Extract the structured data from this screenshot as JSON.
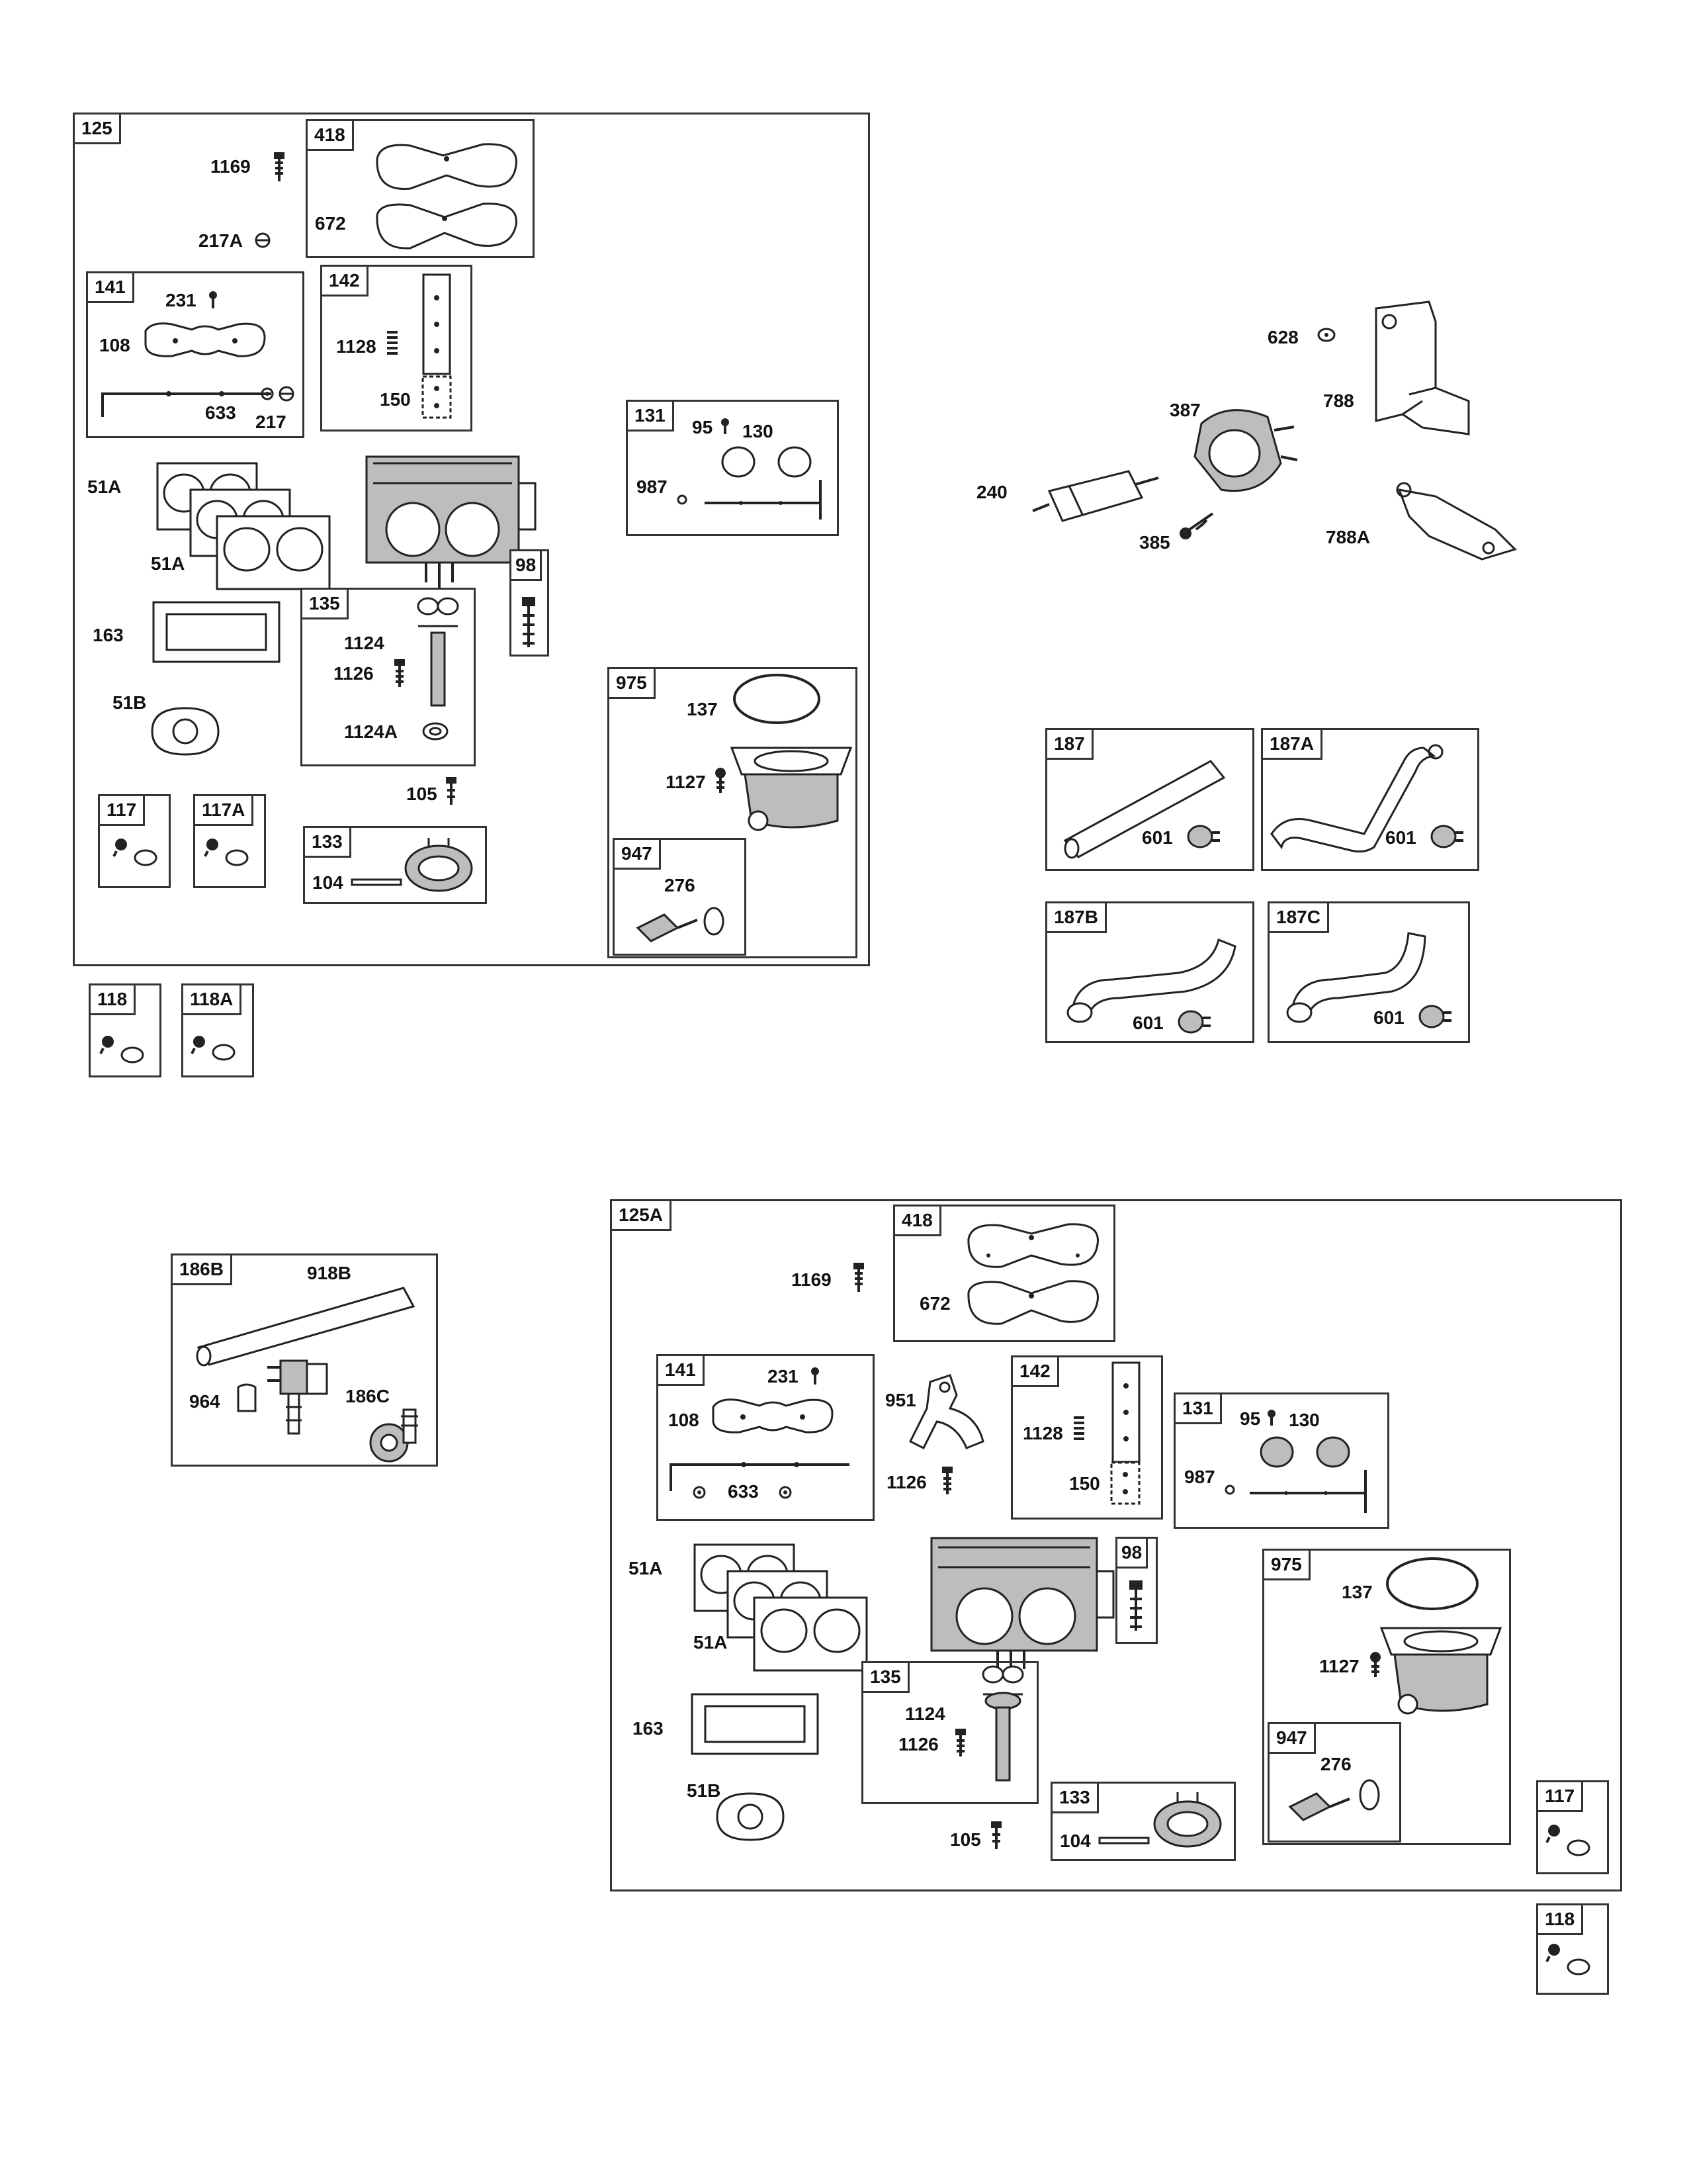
{
  "groups": {
    "g125": "125",
    "g418": "418",
    "g141": "141",
    "g142": "142",
    "g131": "131",
    "g135": "135",
    "g98": "98",
    "g975": "975",
    "g947": "947",
    "g133": "133",
    "g117": "117",
    "g117A": "117A",
    "g118": "118",
    "g118A": "118A",
    "g187": "187",
    "g187A": "187A",
    "g187B": "187B",
    "g187C": "187C",
    "g186B": "186B",
    "g125A": "125A"
  },
  "parts": {
    "p1169": "1169",
    "p217A": "217A",
    "p672": "672",
    "p231": "231",
    "p108": "108",
    "p633": "633",
    "p217": "217",
    "p1128": "1128",
    "p150": "150",
    "p95": "95",
    "p130": "130",
    "p987": "987",
    "p51A": "51A",
    "p163": "163",
    "p1124": "1124",
    "p1126": "1126",
    "p1124A": "1124A",
    "p51B": "51B",
    "p137": "137",
    "p1127": "1127",
    "p105": "105",
    "p104": "104",
    "p276": "276",
    "p628": "628",
    "p788": "788",
    "p387": "387",
    "p240": "240",
    "p788A": "788A",
    "p385": "385",
    "p601": "601",
    "p918B": "918B",
    "p964": "964",
    "p186C": "186C",
    "p951": "951"
  }
}
